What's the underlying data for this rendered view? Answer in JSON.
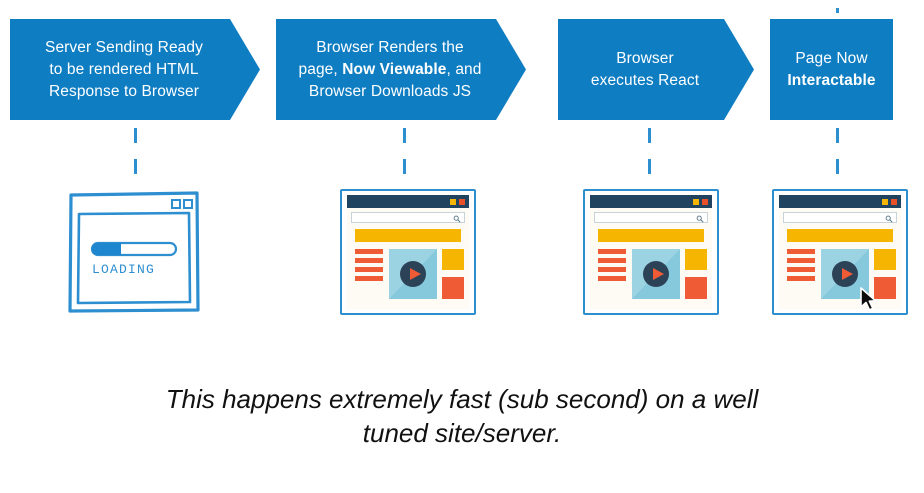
{
  "theme": {
    "banner_blue": "#0F7DC2",
    "connector_blue": "#2E8FD0",
    "sketch_blue": "#2E8FD0",
    "browser_titlebar": "#20445F",
    "accent_yellow": "#F5B500",
    "accent_orange": "#EE5B34",
    "video_blue": "#9BD3E3",
    "page_cream": "#FDFBF3",
    "text_white": "#FFFFFF",
    "caption_color": "#111111"
  },
  "steps": [
    {
      "id": "step-1",
      "shape": "chevron",
      "lines": [
        {
          "parts": [
            {
              "text": "Server Sending Ready",
              "bold": false
            }
          ]
        },
        {
          "parts": [
            {
              "text": "to be rendered HTML",
              "bold": false
            }
          ]
        },
        {
          "parts": [
            {
              "text": "Response to Browser",
              "bold": false
            }
          ]
        }
      ],
      "plain_text": "Server Sending Ready to be rendered HTML Response to Browser"
    },
    {
      "id": "step-2",
      "shape": "chevron",
      "lines": [
        {
          "parts": [
            {
              "text": "Browser Renders the",
              "bold": false
            }
          ]
        },
        {
          "parts": [
            {
              "text": "page, ",
              "bold": false
            },
            {
              "text": "Now Viewable",
              "bold": true
            },
            {
              "text": ", and",
              "bold": false
            }
          ]
        },
        {
          "parts": [
            {
              "text": "Browser Downloads JS",
              "bold": false
            }
          ]
        }
      ],
      "plain_text": "Browser Renders the page, Now Viewable, and Browser Downloads JS"
    },
    {
      "id": "step-3",
      "shape": "chevron",
      "lines": [
        {
          "parts": [
            {
              "text": "Browser",
              "bold": false
            }
          ]
        },
        {
          "parts": [
            {
              "text": "executes React",
              "bold": false
            }
          ]
        }
      ],
      "plain_text": "Browser executes React"
    },
    {
      "id": "step-4",
      "shape": "rectangle",
      "lines": [
        {
          "parts": [
            {
              "text": "Page Now",
              "bold": false
            }
          ]
        },
        {
          "parts": [
            {
              "text": "Interactable",
              "bold": true
            }
          ]
        }
      ],
      "plain_text": "Page Now Interactable"
    }
  ],
  "illustrations": [
    {
      "id": "illustration-1",
      "kind": "loading-browser-sketch",
      "label": "LOADING",
      "progress_percent": 35,
      "window_buttons": 2
    },
    {
      "id": "illustration-2",
      "kind": "browser-page",
      "has_cursor": false,
      "content_blocks": [
        "search-bar",
        "banner",
        "text-lines",
        "video-player",
        "yellow-square",
        "orange-square"
      ]
    },
    {
      "id": "illustration-3",
      "kind": "browser-page",
      "has_cursor": false,
      "content_blocks": [
        "search-bar",
        "banner",
        "text-lines",
        "video-player",
        "yellow-square",
        "orange-square"
      ]
    },
    {
      "id": "illustration-4",
      "kind": "browser-page",
      "has_cursor": true,
      "content_blocks": [
        "search-bar",
        "banner",
        "text-lines",
        "video-player",
        "yellow-square",
        "orange-square",
        "mouse-cursor"
      ]
    }
  ],
  "caption": {
    "line1": "This happens extremely fast (sub second) on a well",
    "line2": "tuned site/server.",
    "full": "This happens extremely fast (sub second) on a well tuned site/server."
  }
}
